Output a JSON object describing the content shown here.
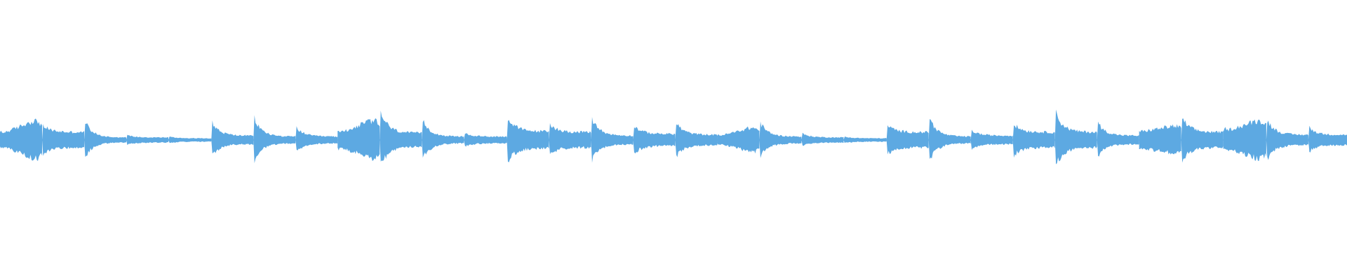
{
  "waveform": {
    "color": "#5DA9E2",
    "background": "#FFFFFF",
    "duration_units": 1568,
    "segments": [
      {
        "start": 0,
        "amp": 22,
        "tail": 8,
        "peak_at": "mid"
      },
      {
        "start": 49,
        "amp": 18,
        "tail": 9,
        "peak_at": "start"
      },
      {
        "start": 98,
        "amp": 24,
        "tail": 3,
        "peak_at": "start"
      },
      {
        "start": 147,
        "amp": 6,
        "tail": 3,
        "peak_at": "start"
      },
      {
        "start": 196,
        "amp": 4,
        "tail": 2,
        "peak_at": "start"
      },
      {
        "start": 246,
        "amp": 22,
        "tail": 5,
        "peak_at": "start"
      },
      {
        "start": 295,
        "amp": 28,
        "tail": 4,
        "peak_at": "start"
      },
      {
        "start": 344,
        "amp": 16,
        "tail": 4,
        "peak_at": "start"
      },
      {
        "start": 393,
        "amp": 22,
        "tail": 9,
        "peak_at": "mid"
      },
      {
        "start": 442,
        "amp": 36,
        "tail": 8,
        "peak_at": "start"
      },
      {
        "start": 491,
        "amp": 26,
        "tail": 4,
        "peak_at": "start"
      },
      {
        "start": 540,
        "amp": 8,
        "tail": 4,
        "peak_at": "start"
      },
      {
        "start": 590,
        "amp": 28,
        "tail": 10,
        "peak_at": "start"
      },
      {
        "start": 639,
        "amp": 20,
        "tail": 9,
        "peak_at": "start"
      },
      {
        "start": 688,
        "amp": 28,
        "tail": 5,
        "peak_at": "start"
      },
      {
        "start": 737,
        "amp": 18,
        "tail": 7,
        "peak_at": "start"
      },
      {
        "start": 786,
        "amp": 22,
        "tail": 6,
        "peak_at": "start"
      },
      {
        "start": 835,
        "amp": 14,
        "tail": 5,
        "peak_at": "mid"
      },
      {
        "start": 884,
        "amp": 22,
        "tail": 4,
        "peak_at": "start"
      },
      {
        "start": 933,
        "amp": 8,
        "tail": 3,
        "peak_at": "start"
      },
      {
        "start": 982,
        "amp": 4,
        "tail": 2,
        "peak_at": "start"
      },
      {
        "start": 1032,
        "amp": 18,
        "tail": 9,
        "peak_at": "start"
      },
      {
        "start": 1081,
        "amp": 28,
        "tail": 4,
        "peak_at": "start"
      },
      {
        "start": 1130,
        "amp": 12,
        "tail": 5,
        "peak_at": "start"
      },
      {
        "start": 1179,
        "amp": 20,
        "tail": 9,
        "peak_at": "start"
      },
      {
        "start": 1228,
        "amp": 34,
        "tail": 9,
        "peak_at": "start"
      },
      {
        "start": 1277,
        "amp": 22,
        "tail": 5,
        "peak_at": "start"
      },
      {
        "start": 1326,
        "amp": 16,
        "tail": 10,
        "peak_at": "mid"
      },
      {
        "start": 1375,
        "amp": 28,
        "tail": 9,
        "peak_at": "start"
      },
      {
        "start": 1424,
        "amp": 22,
        "tail": 11,
        "peak_at": "mid"
      },
      {
        "start": 1474,
        "amp": 26,
        "tail": 6,
        "peak_at": "start"
      },
      {
        "start": 1523,
        "amp": 16,
        "tail": 6,
        "peak_at": "start"
      }
    ]
  }
}
